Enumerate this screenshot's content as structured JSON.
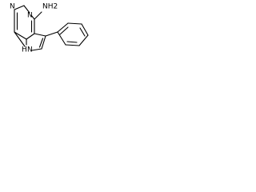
{
  "structure": {
    "atoms": {
      "amine": "NH2",
      "ring_n_top": "N",
      "ring_n_left": "N",
      "pyrrole_nh": "N",
      "pyrrole_h": "H"
    }
  }
}
